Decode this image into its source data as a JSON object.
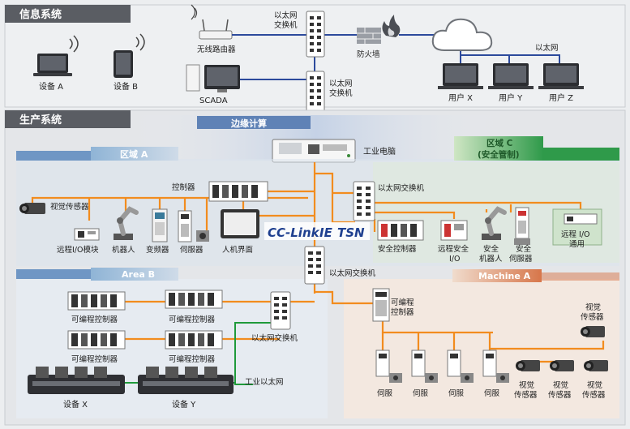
{
  "sections": {
    "info": "信息系统",
    "production": "生产系统",
    "edge": "边缘计算"
  },
  "info_system": {
    "device_a": "设备 A",
    "device_b": "设备 B",
    "wireless_router": "无线路由器",
    "scada": "SCADA",
    "ethernet_switch_top_line1": "以太网",
    "ethernet_switch_top_line2": "交换机",
    "firewall": "防火墙",
    "ethernet_label": "以太网",
    "ethernet_switch_mid_line1": "以太网",
    "ethernet_switch_mid_line2": "交换机",
    "user_x": "用户 X",
    "user_y": "用户 Y",
    "user_z": "用户 Z"
  },
  "production_system": {
    "industrial_pc": "工业电脑",
    "zone_a": "区域  A",
    "zone_c_line1": "区域 C",
    "zone_c_line2": "(安全管制)",
    "area_b": "Area B",
    "machine_a": "Machine A",
    "controller": "控制器",
    "vision_sensor": "视觉传感器",
    "remote_io_module": "远程I/O模块",
    "robot": "机器人",
    "inverter": "变频器",
    "servo": "伺服器",
    "hmi": "人机界面",
    "logo_main": "CC-Link",
    "logo_ie": "IE",
    "logo_tsn": "TSN",
    "switch_right": "以太网交换机",
    "safety_controller": "安全控制器",
    "remote_safety_io_line1": "远程安全",
    "remote_safety_io_line2": "I/O",
    "safety_robot_line1": "安全",
    "safety_robot_line2": "机器人",
    "safety_servo_line1": "安全",
    "safety_servo_line2": "伺服器",
    "remote_io_general_line1": "远程 I/O",
    "remote_io_general_line2": "通用",
    "switch_bottom": "以太网交换机",
    "plc": "可编程控制器",
    "switch_area_b": "以太网交换机",
    "industrial_ethernet": "工业以太网",
    "equipment_x": "设备 X",
    "equipment_y": "设备 Y",
    "plc_machine_a_line1": "可编程",
    "plc_machine_a_line2": "控制器",
    "servo_short": "伺服",
    "vision_line1": "视觉",
    "vision_line2": "传感器"
  },
  "colors": {
    "ethernet_line": "#2c4a9c",
    "field_line": "#f28c1e",
    "green_line": "#1f9a3a",
    "header_bg": "#5a5d63"
  }
}
